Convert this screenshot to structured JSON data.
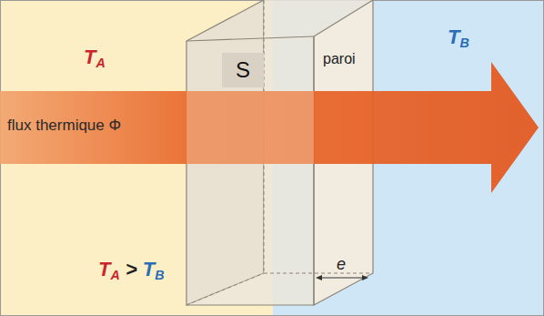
{
  "diagram": {
    "nodes": [
      {
        "text": [
          "S"
        ]
      }
    ],
    "labels": [
      "TA",
      "TB",
      "paroi",
      "flux thermique Φ",
      "TA > TB",
      "e"
    ]
  }
}
